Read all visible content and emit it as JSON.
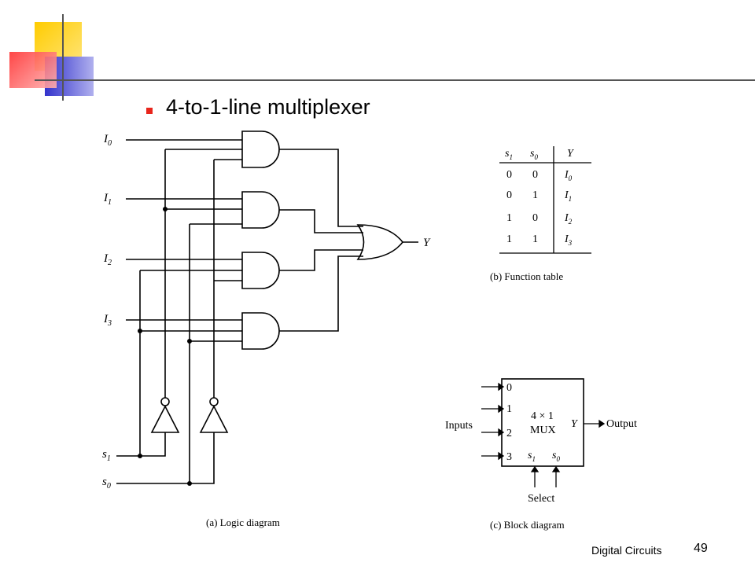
{
  "slide": {
    "title": "4-to-1-line multiplexer",
    "footer": "Digital Circuits",
    "page_number": "49",
    "colors": {
      "bullet": "#e8251c",
      "deco_yellow": "#ffcc00",
      "deco_blue": "#3333cc",
      "deco_red": "#ff3333"
    }
  },
  "logic_diagram": {
    "inputs": [
      "I",
      "I",
      "I",
      "I"
    ],
    "input_subscripts": [
      "0",
      "1",
      "2",
      "3"
    ],
    "selects": [
      "s",
      "s"
    ],
    "select_subscripts": [
      "1",
      "0"
    ],
    "output": "Y",
    "caption": "(a) Logic diagram"
  },
  "function_table": {
    "headers": [
      "s",
      "s",
      "Y"
    ],
    "header_subscripts": [
      "1",
      "0",
      ""
    ],
    "rows": [
      [
        "0",
        "0",
        "I",
        "0"
      ],
      [
        "0",
        "1",
        "I",
        "1"
      ],
      [
        "1",
        "0",
        "I",
        "2"
      ],
      [
        "1",
        "1",
        "I",
        "3"
      ]
    ],
    "caption": "(b) Function table"
  },
  "block_diagram": {
    "inputs_label": "Inputs",
    "input_numbers": [
      "0",
      "1",
      "2",
      "3"
    ],
    "block_line1": "4 × 1",
    "block_line2": "MUX",
    "y_label": "Y",
    "output_label": "Output",
    "select_s1": "s",
    "select_s1_sub": "1",
    "select_s0": "s",
    "select_s0_sub": "0",
    "select_label": "Select",
    "caption": "(c) Block diagram"
  }
}
